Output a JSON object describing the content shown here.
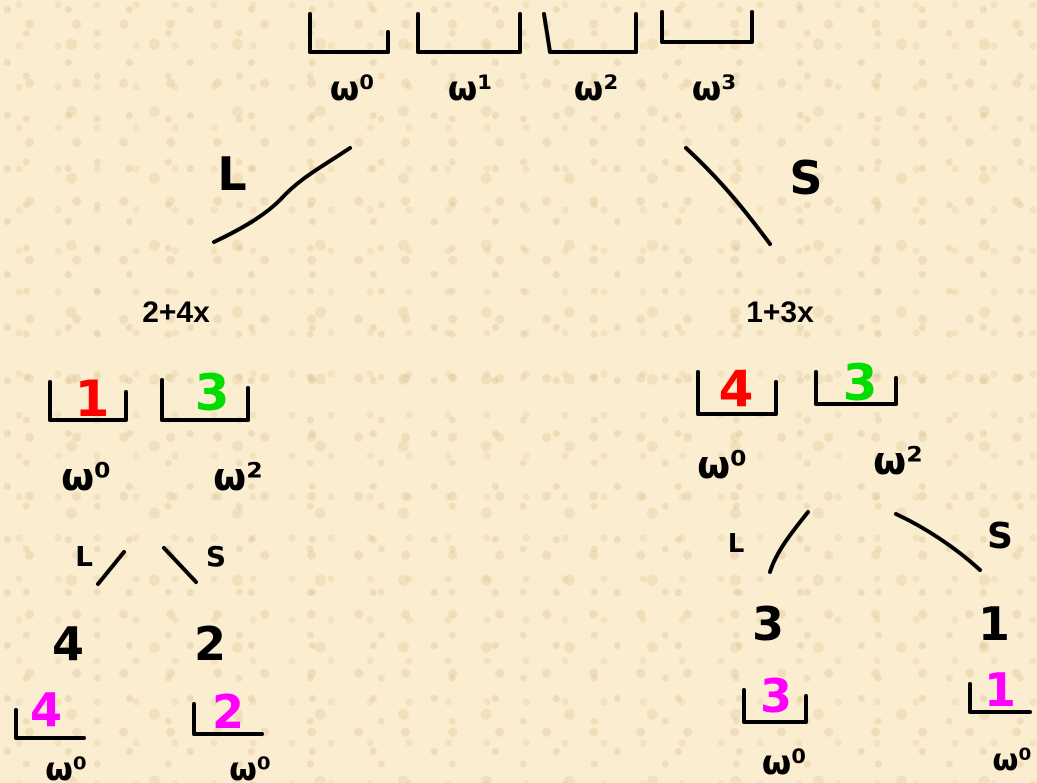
{
  "colors": {
    "ink": "#000000",
    "red": "#ff0000",
    "green": "#00dd00",
    "magenta": "#ff00ff",
    "background": "#fbedcf"
  },
  "root": {
    "slots": [
      {
        "exp": "ω⁰"
      },
      {
        "exp": "ω¹"
      },
      {
        "exp": "ω²"
      },
      {
        "exp": "ω³"
      }
    ]
  },
  "edges": {
    "root_left": "L",
    "root_right": "S",
    "mid_left_left": "L",
    "mid_left_right": "S",
    "mid_right_left": "L",
    "mid_right_right": "S"
  },
  "left_branch": {
    "poly": "2+4x",
    "slots": [
      {
        "value": "1",
        "exp": "ω⁰"
      },
      {
        "value": "3",
        "exp": "ω²"
      }
    ],
    "results": [
      "4",
      "2"
    ],
    "leaves": [
      {
        "value": "4",
        "exp": "ω⁰"
      },
      {
        "value": "2",
        "exp": "ω⁰"
      }
    ]
  },
  "right_branch": {
    "poly": "1+3x",
    "slots": [
      {
        "value": "4",
        "exp": "ω⁰"
      },
      {
        "value": "3",
        "exp": "ω²"
      }
    ],
    "results": [
      "3",
      "1"
    ],
    "leaves": [
      {
        "value": "3",
        "exp": "ω⁰"
      },
      {
        "value": "1",
        "exp": "ω⁰"
      }
    ]
  }
}
